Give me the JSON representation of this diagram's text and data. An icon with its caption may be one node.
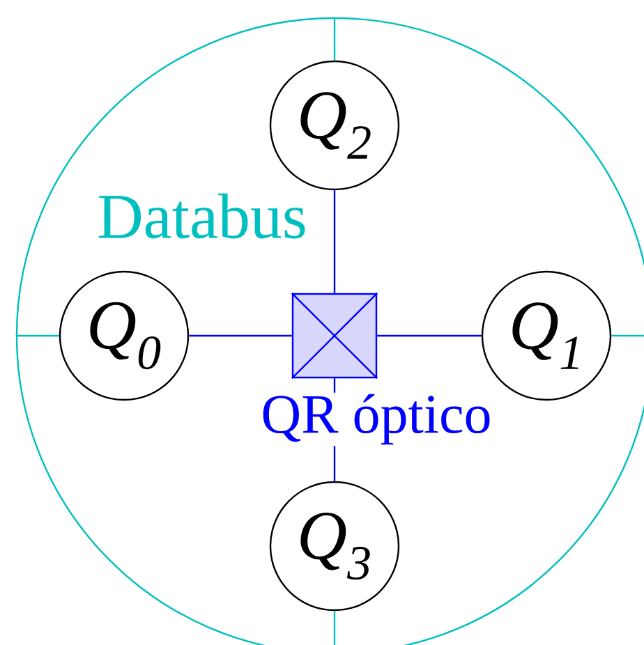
{
  "diagram": {
    "nodes": [
      {
        "text": [
          "Databus"
        ]
      },
      {
        "text": [
          "Q$_{2}$"
        ],
        "in": 0
      },
      {
        "text": [
          "Q$_{0}$"
        ],
        "in": 0
      },
      {
        "text": [],
        "shape": "box",
        "beside": [
          "QR óptico"
        ],
        "in": 0
      },
      {
        "text": [
          "Q$_{1}$"
        ],
        "in": 0
      },
      {
        "text": [
          "Q$_{3}$"
        ],
        "in": 0
      }
    ],
    "edges": [
      {
        "from": 3,
        "to": 1,
        "arrow": "none",
        "color": "#0000ff"
      },
      {
        "from": 3,
        "to": 2,
        "arrow": "none",
        "color": "#0000ff"
      },
      {
        "from": 3,
        "to": 4,
        "arrow": "none",
        "color": "#0000ff"
      },
      {
        "from": 3,
        "to": 5,
        "arrow": "none",
        "color": "#0000ff"
      },
      {
        "from": 1,
        "to": 0,
        "arrow": "none",
        "color": "#00bfbf"
      },
      {
        "from": 2,
        "to": 0,
        "arrow": "none",
        "color": "#00bfbf"
      },
      {
        "from": 4,
        "to": 0,
        "arrow": "none",
        "color": "#00bfbf"
      },
      {
        "from": 5,
        "to": 0,
        "arrow": "none",
        "color": "#00bfbf"
      }
    ]
  }
}
